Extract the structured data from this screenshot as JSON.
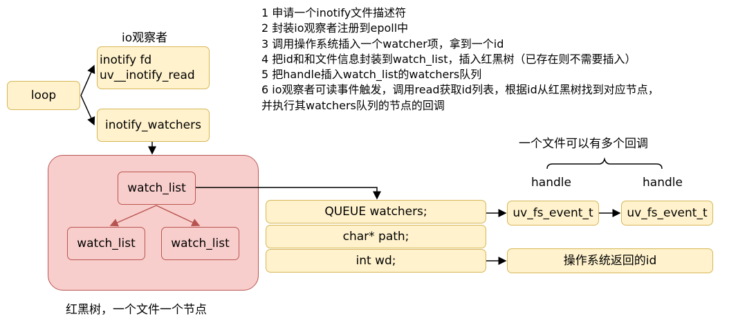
{
  "title_io_watcher": "io观察者",
  "loop": "loop",
  "io_fields": [
    "inotify fd",
    "uv__inotify_read"
  ],
  "inotify_watchers": "inotify_watchers",
  "tree": {
    "root": "watch_list",
    "left": "watch_list",
    "right": "watch_list",
    "caption": "红黑树，一个文件一个节点"
  },
  "struct": {
    "queue": "QUEUE watchers;",
    "path": "char* path;",
    "wd": "int wd;"
  },
  "callbacks": {
    "title": "一个文件可以有多个回调",
    "handle1": "handle",
    "handle2": "handle",
    "event1": "uv_fs_event_t",
    "event2": "uv_fs_event_t"
  },
  "os_id": "操作系统返回的id",
  "steps": [
    "1 申请一个inotify文件描述符",
    "2 封装io观察者注册到epoll中",
    "3 调用操作系统插入一个watcher项，拿到一个id",
    "4 把id和和文件信息封装到watch_list，插入红黑树（已存在则不需要插入）",
    "5 把handle插入watch_list的watchers队列",
    "6 io观察者可读事件触发，调用read获取id列表，根据id从红黑树找到对应节点，",
    "并执行其watchers队列的节点的回调"
  ]
}
